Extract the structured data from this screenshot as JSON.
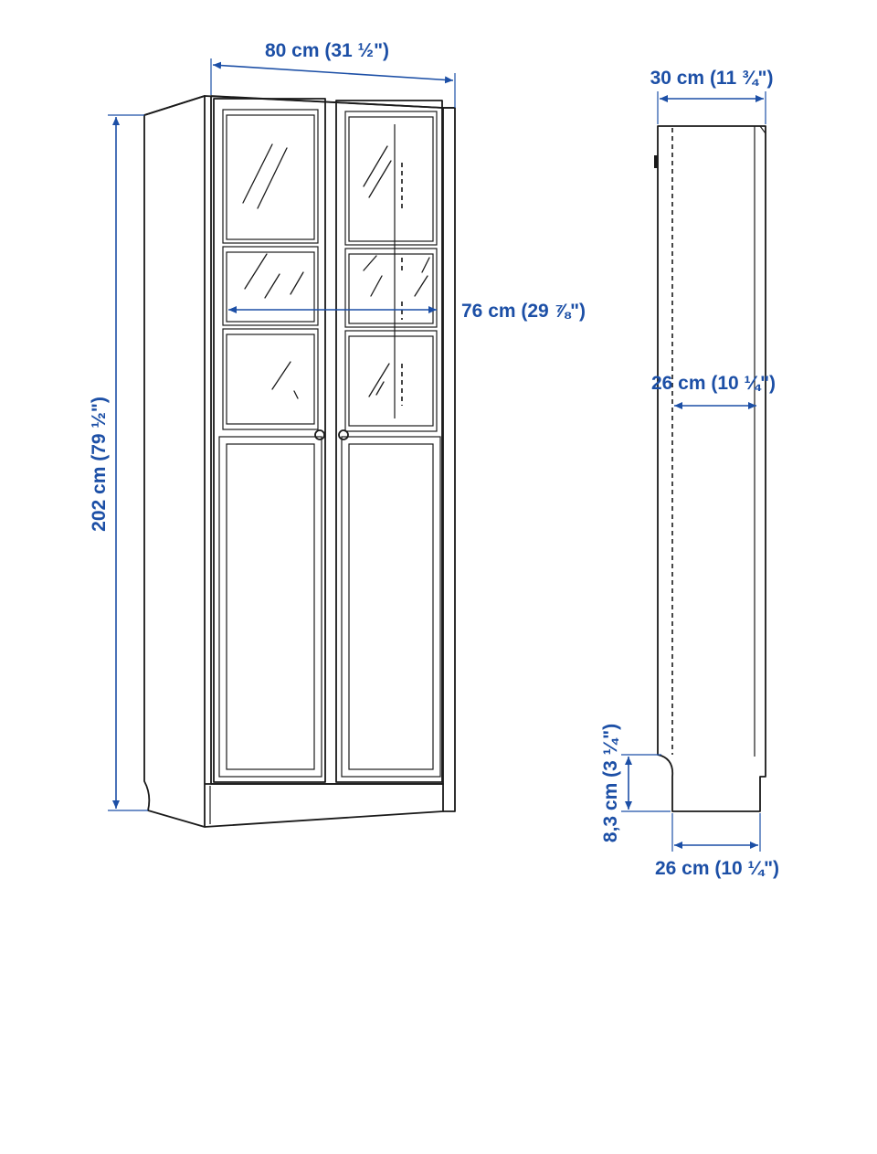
{
  "dimensions": {
    "overall_width": "80 cm (31 ½\")",
    "overall_height": "202 cm (79 ½\")",
    "inner_width": "76 cm (29 ⅞\")",
    "overall_depth": "30 cm (11 ¾\")",
    "inner_depth": "26 cm (10 ¼\")",
    "plinth_height": "8,3 cm (3 ¼\")",
    "base_depth": "26 cm (10 ¼\")"
  },
  "colors": {
    "dimension": "#1c4fa6",
    "line_art": "#1a1a1a",
    "background": "#ffffff"
  }
}
